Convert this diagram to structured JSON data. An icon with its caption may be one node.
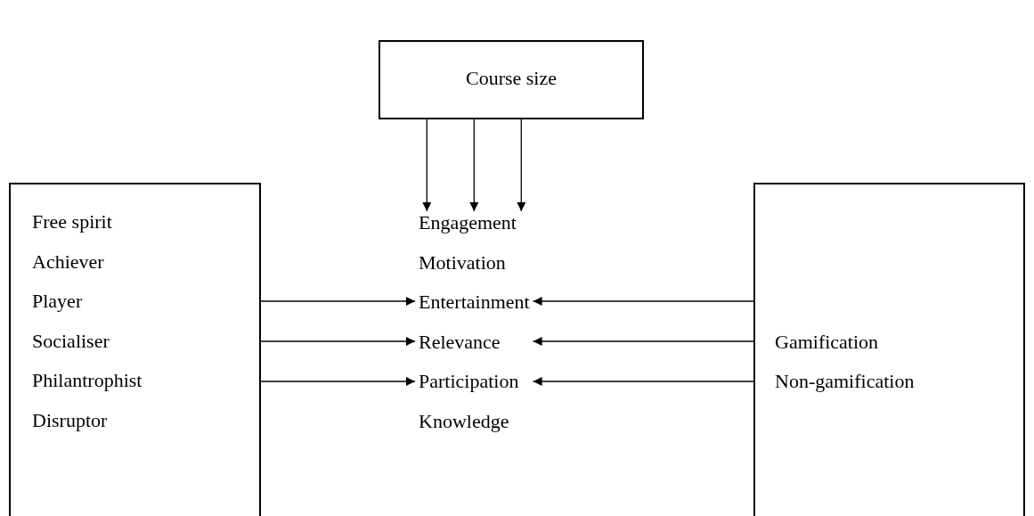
{
  "diagram": {
    "nodes": [
      {
        "text": [
          "Course size"
        ]
      },
      {
        "text": [
          "Free spirit",
          "Achiever",
          "Player",
          "Socialiser",
          "Philantrophist",
          "Disruptor"
        ]
      },
      {
        "text": [
          "Engagement",
          "Motivation",
          "Entertainment",
          "Relevance",
          "Participation",
          "Knowledge"
        ]
      },
      {
        "text": [
          "Gamification",
          "Non-gamification"
        ]
      }
    ],
    "edges": [
      {
        "from": 0,
        "to": 2,
        "arrow": "to"
      },
      {
        "from": 0,
        "to": 2,
        "arrow": "to"
      },
      {
        "from": 0,
        "to": 2,
        "arrow": "to"
      },
      {
        "from": 1,
        "to": 2,
        "arrow": "to"
      },
      {
        "from": 1,
        "to": 2,
        "arrow": "to"
      },
      {
        "from": 1,
        "to": 2,
        "arrow": "to"
      },
      {
        "from": 3,
        "to": 2,
        "arrow": "to"
      },
      {
        "from": 3,
        "to": 2,
        "arrow": "to"
      },
      {
        "from": 3,
        "to": 2,
        "arrow": "to"
      }
    ]
  }
}
